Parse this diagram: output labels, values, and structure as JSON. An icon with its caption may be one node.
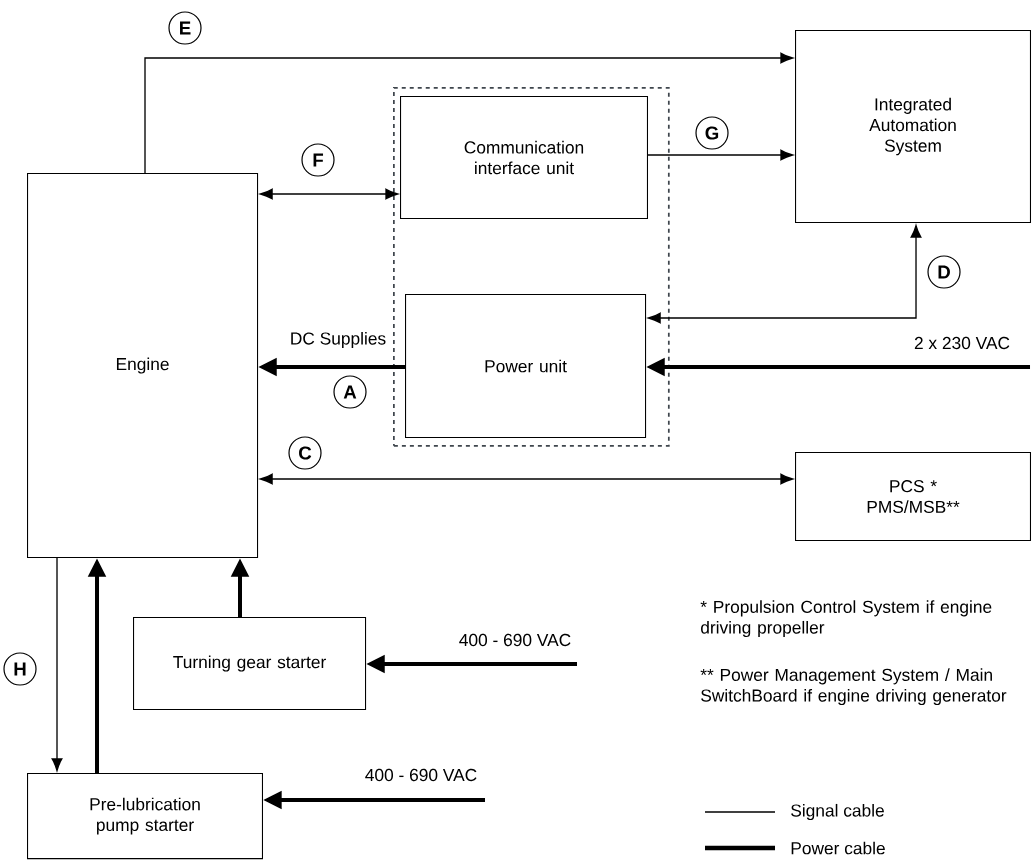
{
  "diagram": {
    "nodes": [
      {
        "text": [
          "Engine"
        ]
      },
      {
        "text": [],
        "shape": "box"
      },
      {
        "text": [
          "Communication interface unit"
        ],
        "in": 1
      },
      {
        "text": [
          "Power unit"
        ],
        "in": 1
      },
      {
        "text": [
          "Integrated Automation System"
        ]
      },
      {
        "text": [
          "PCS * PMS/MSB**"
        ]
      },
      {
        "text": [
          "Turning gear starter"
        ]
      },
      {
        "text": [
          "Pre-lubrication pump starter"
        ]
      }
    ],
    "edges": [
      {
        "from": 0,
        "to": 4,
        "arrow": "to",
        "label": "E"
      },
      {
        "from": 0,
        "to": 2,
        "arrow": "both",
        "label": "F"
      },
      {
        "from": 2,
        "to": 4,
        "arrow": "to",
        "label": "G"
      },
      {
        "from": 3,
        "to": 4,
        "arrow": "both",
        "label": "D"
      },
      {
        "from": 3,
        "to": 0,
        "arrow": "to",
        "label": "A",
        "style": "thick"
      },
      {
        "from": null,
        "to": 3,
        "arrow": "to",
        "label": "2 x 230 VAC",
        "style": "thick"
      },
      {
        "from": 0,
        "to": 5,
        "arrow": "both",
        "label": "C"
      },
      {
        "from": 0,
        "to": 7,
        "arrow": "to",
        "label": "H"
      },
      {
        "from": 7,
        "to": 0,
        "arrow": "to",
        "style": "thick"
      },
      {
        "from": 6,
        "to": 0,
        "arrow": "to",
        "style": "thick"
      },
      {
        "from": null,
        "to": 6,
        "arrow": "to",
        "label": "400 - 690 VAC",
        "style": "thick"
      },
      {
        "from": null,
        "to": 7,
        "arrow": "to",
        "label": "400 - 690 VAC",
        "style": "thick"
      }
    ],
    "labels": [
      "DC Supplies",
      "* Propulsion Control System if engine driving propeller",
      "** Power Management System / Main SwitchBoard if engine driving generator"
    ],
    "legend": [
      {
        "text": "Signal cable"
      },
      {
        "text": "Power cable"
      }
    ]
  }
}
